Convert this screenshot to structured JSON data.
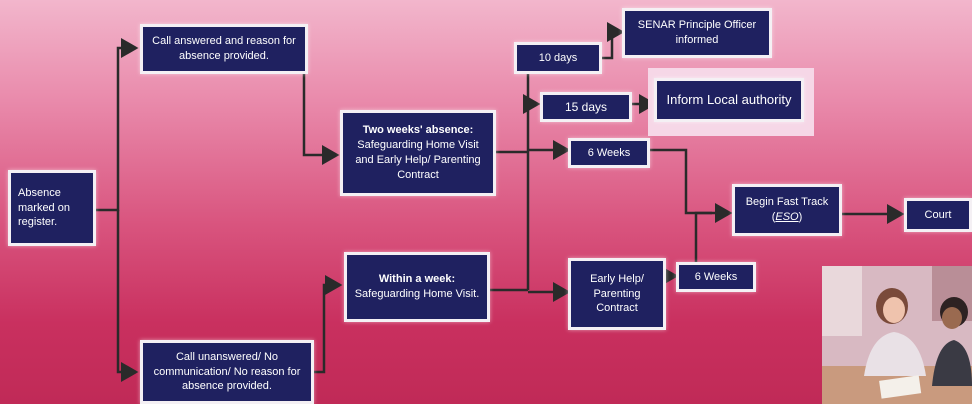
{
  "flow": {
    "absence": "Absence marked on register.",
    "call_answered": "Call answered and reason for absence provided.",
    "call_unanswered": "Call unanswered/ No communication/ No reason for absence provided.",
    "two_weeks_title": "Two weeks' absence:",
    "two_weeks_body": "Safeguarding Home Visit and Early Help/ Parenting Contract",
    "within_week_title": "Within a week:",
    "within_week_body": "Safeguarding Home Visit.",
    "ten_days": "10 days",
    "fifteen_days": "15 days",
    "senar": "SENAR Principle Officer informed",
    "inform_la": "Inform Local authority",
    "six_weeks_top": "6 Weeks",
    "early_help": "Early Help/ Parenting Contract",
    "six_weeks_bottom": "6 Weeks",
    "fast_track_prefix": "Begin Fast Track (",
    "fast_track_eso": "ESO",
    "fast_track_suffix": ")",
    "court": "Court"
  },
  "colors": {
    "box_fill": "#1f2160",
    "box_border": "#f4f0f4",
    "connector": "#2a2a2a"
  }
}
